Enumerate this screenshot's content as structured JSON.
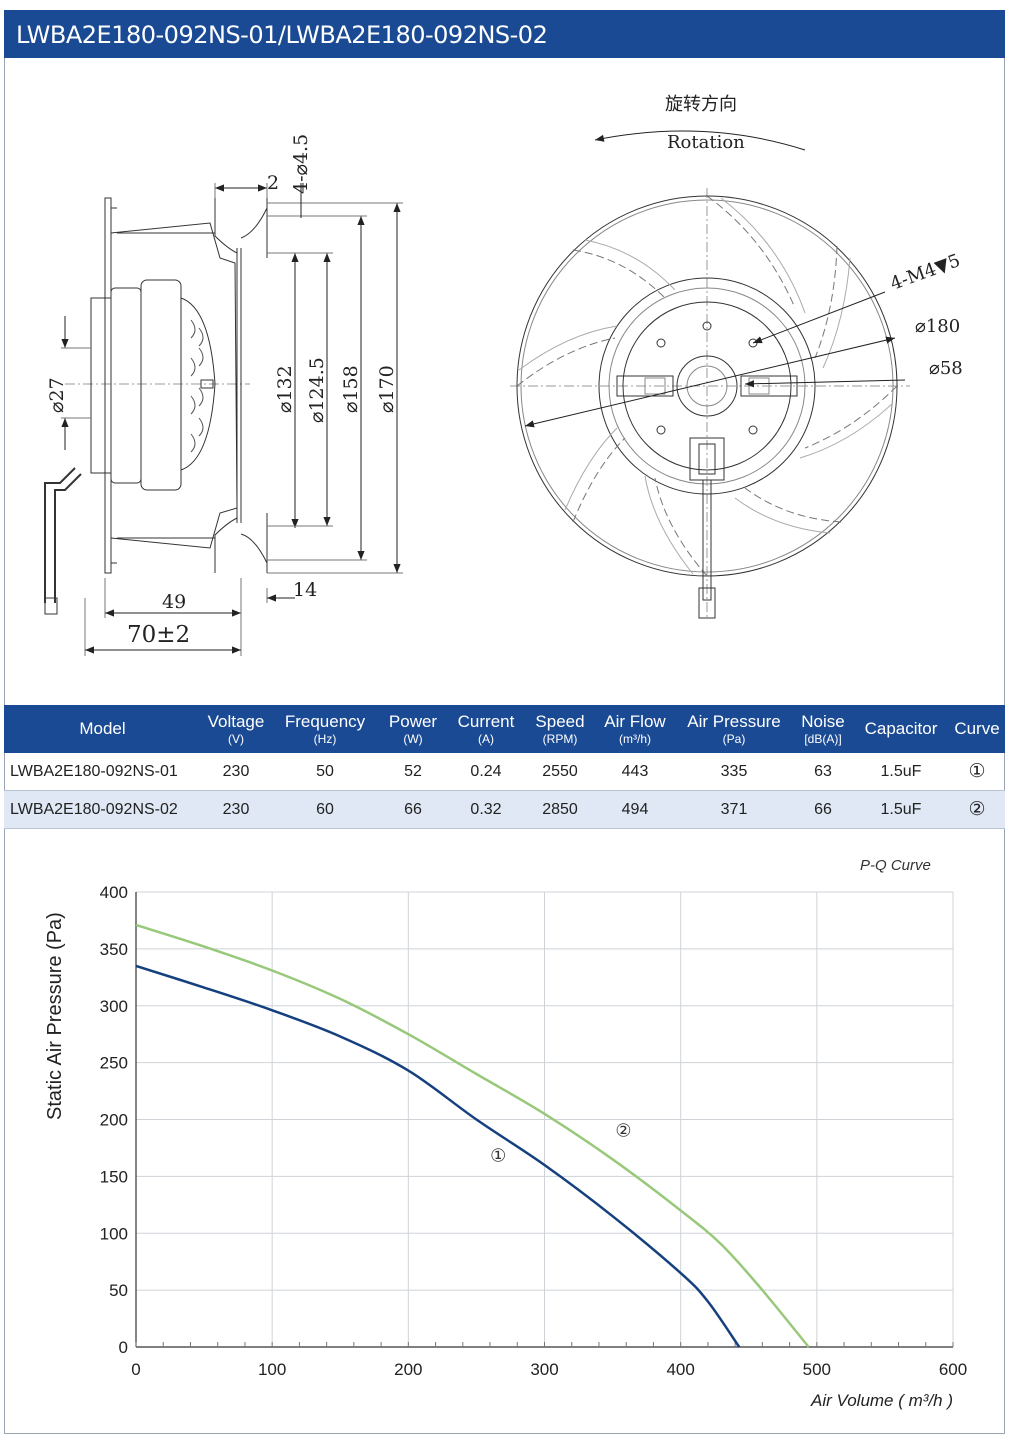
{
  "header": {
    "title": "LWBA2E180-092NS-01/LWBA2E180-092NS-02"
  },
  "drawing": {
    "side_dims": {
      "holes": "4-⌀4.5",
      "gap": "2",
      "d27": "⌀27",
      "d132": "⌀132",
      "d124": "⌀124.5",
      "d158": "⌀158",
      "d170": "⌀170",
      "w49": "49",
      "w14": "14",
      "w70": "70±2"
    },
    "front_dims": {
      "rotation_cn": "旋转方向",
      "rotation_en": "Rotation",
      "thread": "4-M4▼5",
      "d180": "⌀180",
      "d58": "⌀58"
    }
  },
  "table": {
    "headers": [
      {
        "label": "Model",
        "unit": ""
      },
      {
        "label": "Voltage",
        "unit": "(V)"
      },
      {
        "label": "Frequency",
        "unit": "(Hz)"
      },
      {
        "label": "Power",
        "unit": "(W)"
      },
      {
        "label": "Current",
        "unit": "(A)"
      },
      {
        "label": "Speed",
        "unit": "(RPM)"
      },
      {
        "label": "Air Flow",
        "unit": "(m³/h)"
      },
      {
        "label": "Air Pressure",
        "unit": "(Pa)"
      },
      {
        "label": "Noise",
        "unit": "[dB(A)]"
      },
      {
        "label": "Capacitor",
        "unit": ""
      },
      {
        "label": "Curve",
        "unit": ""
      }
    ],
    "rows": [
      [
        "LWBA2E180-092NS-01",
        "230",
        "50",
        "52",
        "0.24",
        "2550",
        "443",
        "335",
        "63",
        "1.5uF",
        "①"
      ],
      [
        "LWBA2E180-092NS-02",
        "230",
        "60",
        "66",
        "0.32",
        "2850",
        "494",
        "371",
        "66",
        "1.5uF",
        "②"
      ]
    ]
  },
  "chart_data": {
    "type": "line",
    "title": "P-Q Curve",
    "xlabel": "Air Volume ( m³/h )",
    "ylabel": "Static Air Pressure  (Pa)",
    "xlim": [
      0,
      600
    ],
    "ylim": [
      0,
      400
    ],
    "xticks": [
      0,
      100,
      200,
      300,
      400,
      500,
      600
    ],
    "yticks": [
      0,
      50,
      100,
      150,
      200,
      250,
      300,
      350,
      400
    ],
    "grid": true,
    "series": [
      {
        "name": "①",
        "color": "#15407f",
        "x": [
          0,
          50,
          100,
          150,
          200,
          250,
          300,
          350,
          400,
          420,
          443
        ],
        "y": [
          335,
          316,
          296,
          273,
          243,
          200,
          160,
          115,
          65,
          40,
          0
        ]
      },
      {
        "name": "②",
        "color": "#98c87a",
        "x": [
          0,
          50,
          100,
          150,
          200,
          250,
          300,
          350,
          400,
          430,
          460,
          494
        ],
        "y": [
          371,
          352,
          331,
          306,
          275,
          240,
          205,
          165,
          120,
          90,
          50,
          0
        ]
      }
    ]
  }
}
